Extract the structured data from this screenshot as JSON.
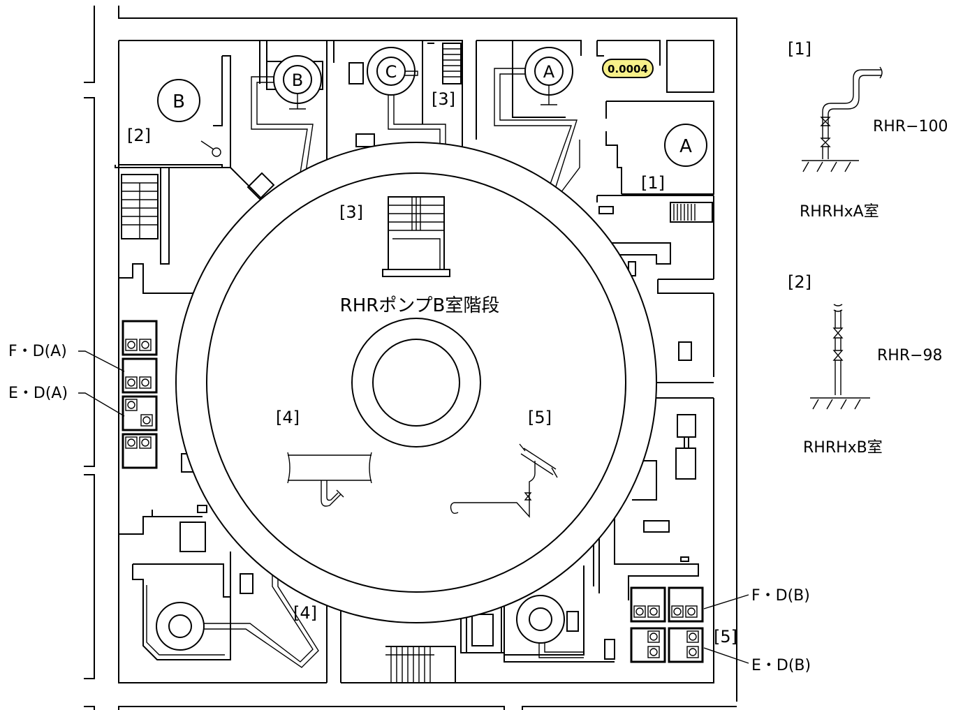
{
  "callouts": {
    "c1_main": "[1]",
    "c2_main": "[2]",
    "c3_top": "[3]",
    "c3_center": "[3]",
    "c4_center": "[4]",
    "c4_bottom": "[4]",
    "c5_center": "[5]",
    "c5_bottom": "[5]"
  },
  "markers": {
    "pump_b_large": "B",
    "pump_b_small": "B",
    "pump_c": "C",
    "pump_a_small": "A",
    "pump_a_large": "A"
  },
  "reading": {
    "value": "0.0004",
    "color": "#f7f08a"
  },
  "center_label": "RHRポンプB室階段",
  "dampers": {
    "fd_a": "F・D(A)",
    "ed_a": "E・D(A)",
    "fd_b": "F・D(B)",
    "ed_b": "E・D(B)"
  },
  "legend": {
    "item1": {
      "num": "[1]",
      "pipe": "RHR−100",
      "room": "RHRHxA室"
    },
    "item2": {
      "num": "[2]",
      "pipe": "RHR−98",
      "room": "RHRHxB室"
    }
  }
}
